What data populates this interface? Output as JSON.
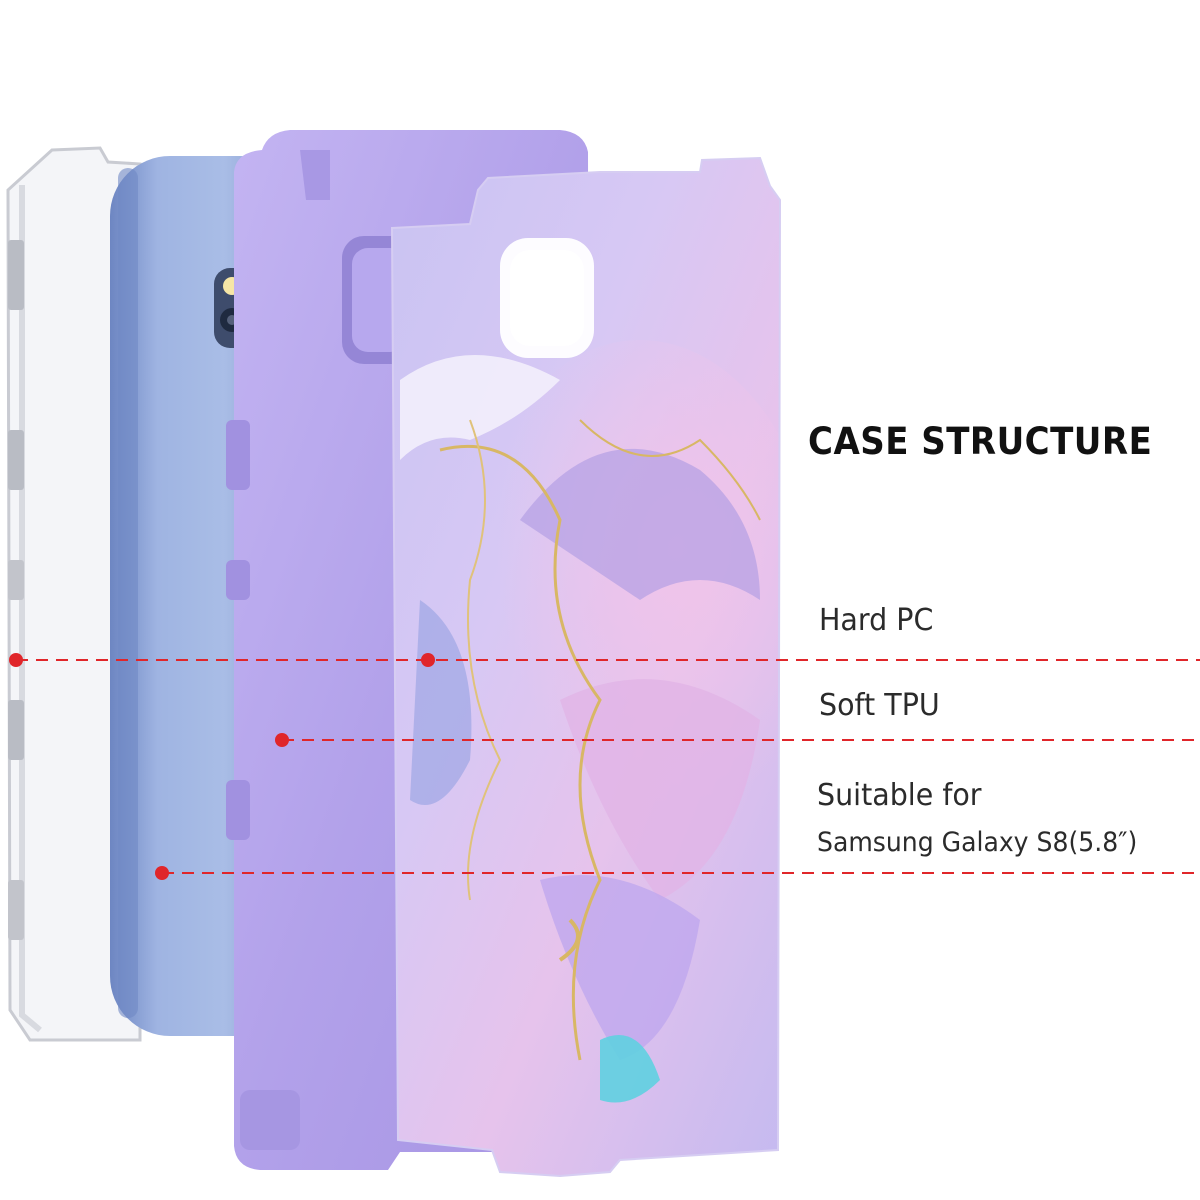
{
  "header": {
    "title": "CASE STRUCTURE"
  },
  "callouts": {
    "hard_pc": "Hard PC",
    "soft_tpu": "Soft TPU",
    "suitable_line1": "Suitable for",
    "suitable_line2": "Samsung Galaxy S8(5.8″)"
  },
  "colors": {
    "background": "#ffffff",
    "tpu_purple": "#b4a4ec",
    "phone_blue": "#8fa6d8",
    "callout_red": "#e0262a",
    "marble_lavender": "#c9b8ef",
    "marble_pink": "#e8b7e4",
    "marble_gold": "#d8b765",
    "marble_teal": "#5fd0e0"
  },
  "icons": {
    "callout_marker": "red-dot",
    "phone_camera": "camera-lens-icon"
  }
}
